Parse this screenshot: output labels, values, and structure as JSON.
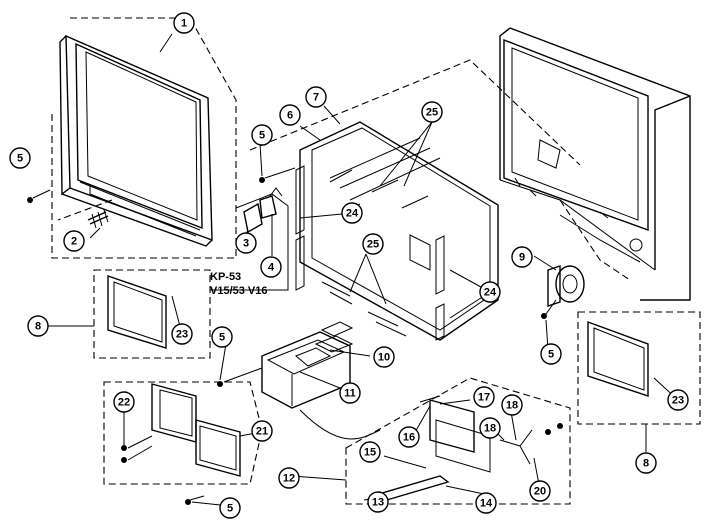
{
  "diagram": {
    "model_note_line1": "KP-53",
    "model_note_line2": "V15/53 V16",
    "callouts": [
      {
        "id": "c1",
        "label": "1"
      },
      {
        "id": "c2",
        "label": "2"
      },
      {
        "id": "c3",
        "label": "3"
      },
      {
        "id": "c4",
        "label": "4"
      },
      {
        "id": "c5a",
        "label": "5"
      },
      {
        "id": "c5b",
        "label": "5"
      },
      {
        "id": "c5c",
        "label": "5"
      },
      {
        "id": "c5d",
        "label": "5"
      },
      {
        "id": "c5e",
        "label": "5"
      },
      {
        "id": "c6",
        "label": "6"
      },
      {
        "id": "c7",
        "label": "7"
      },
      {
        "id": "c8a",
        "label": "8"
      },
      {
        "id": "c8b",
        "label": "8"
      },
      {
        "id": "c9",
        "label": "9"
      },
      {
        "id": "c10",
        "label": "10"
      },
      {
        "id": "c11",
        "label": "11"
      },
      {
        "id": "c12",
        "label": "12"
      },
      {
        "id": "c13",
        "label": "13"
      },
      {
        "id": "c14",
        "label": "14"
      },
      {
        "id": "c15",
        "label": "15"
      },
      {
        "id": "c16",
        "label": "16"
      },
      {
        "id": "c17",
        "label": "17"
      },
      {
        "id": "c18a",
        "label": "18"
      },
      {
        "id": "c18b",
        "label": "18"
      },
      {
        "id": "c20",
        "label": "20"
      },
      {
        "id": "c21",
        "label": "21"
      },
      {
        "id": "c22",
        "label": "22"
      },
      {
        "id": "c23a",
        "label": "23"
      },
      {
        "id": "c23b",
        "label": "23"
      },
      {
        "id": "c24a",
        "label": "24"
      },
      {
        "id": "c24b",
        "label": "24"
      },
      {
        "id": "c25a",
        "label": "25"
      },
      {
        "id": "c25b",
        "label": "25"
      }
    ]
  }
}
